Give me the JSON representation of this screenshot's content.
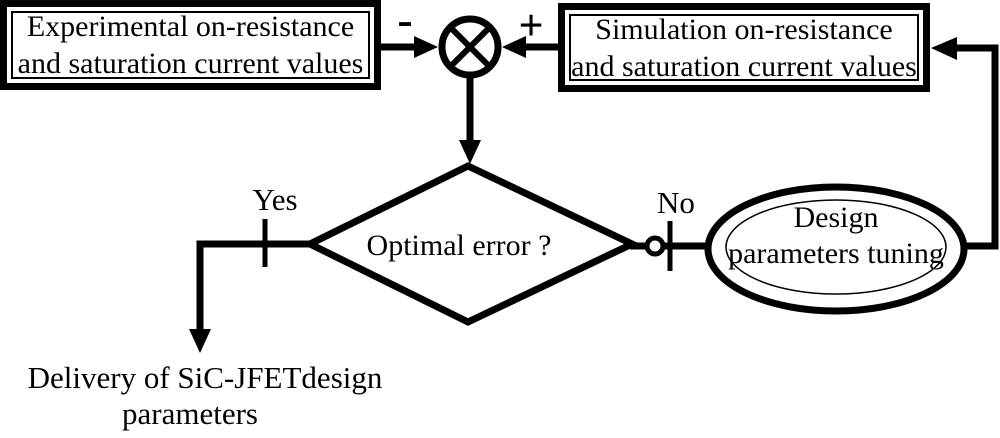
{
  "figure": {
    "background_color": "#ffffff",
    "ink_color": "#000000",
    "experimental_box": {
      "line1": "Experimental on-resistance",
      "line2": "and saturation current values"
    },
    "simulation_box": {
      "line1": "Simulation on-resistance",
      "line2": "and saturation current values"
    },
    "summing_junction": {
      "symbol": "circle-with-x",
      "minus_label": "-",
      "plus_label": "+"
    },
    "decision": {
      "label": "Optimal error ?"
    },
    "branch_labels": {
      "yes": "Yes",
      "no": "No"
    },
    "tuning_ellipse": {
      "line1": "Design",
      "line2": "parameters tuning"
    },
    "delivery": {
      "line1": "Delivery of SiC-JFETdesign",
      "line2": "parameters"
    }
  }
}
